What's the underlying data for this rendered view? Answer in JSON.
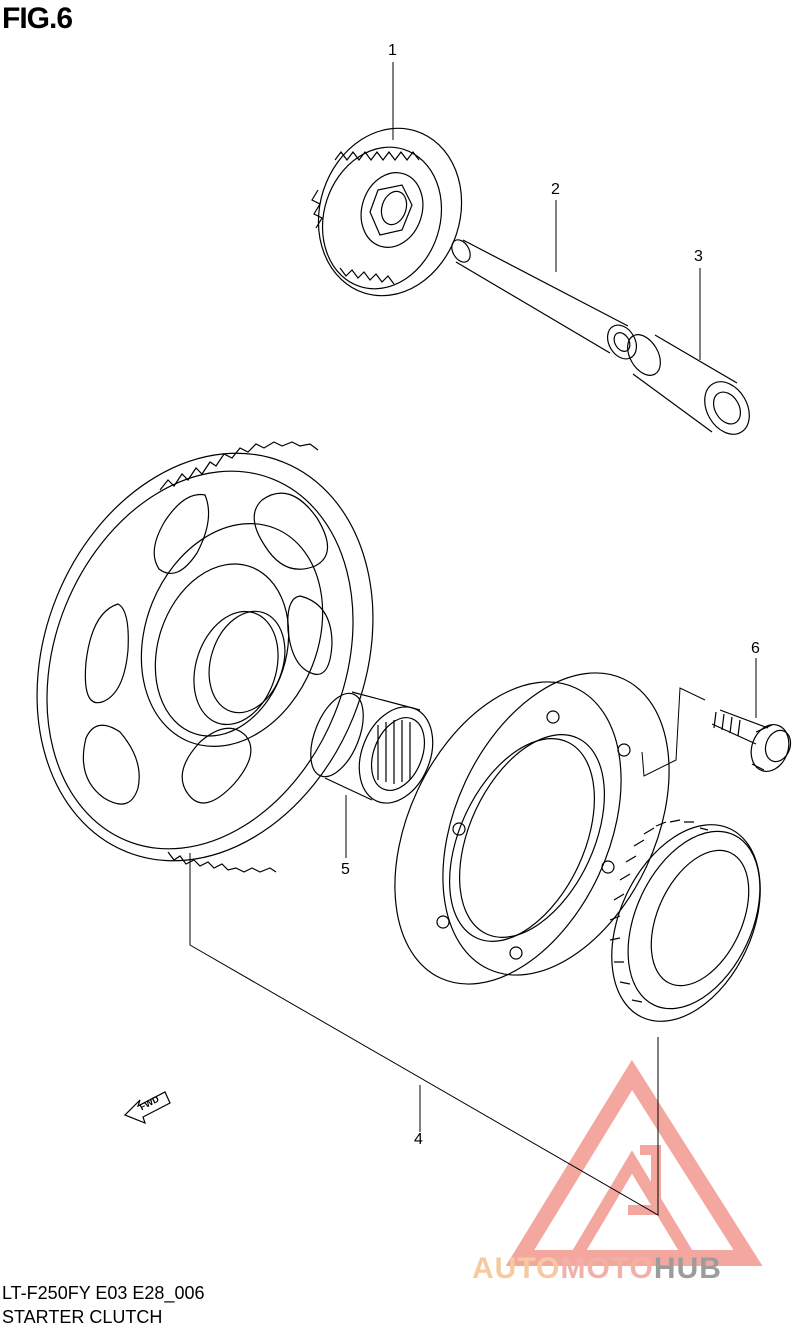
{
  "figure": {
    "title": "FIG.6",
    "model_code": "LT-F250FY E03 E28_006",
    "caption": "STARTER CLUTCH"
  },
  "callouts": [
    "1",
    "2",
    "3",
    "4",
    "5",
    "6"
  ],
  "fwd_label": "FWD",
  "watermark": {
    "part1": "AUTO",
    "part2": "MOTO",
    "part3": "HUB",
    "colors": {
      "auto": "#f7c9a1",
      "moto": "#f3b0a8",
      "hub": "#9c9c9c",
      "logo": "#f08a80"
    }
  }
}
